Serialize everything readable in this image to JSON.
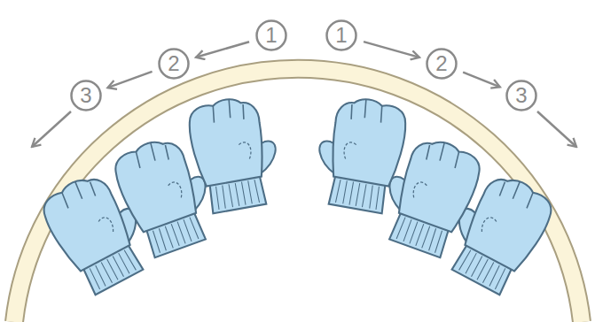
{
  "diagram": {
    "nodes": [
      {
        "text": [
          "1"
        ]
      },
      {
        "text": [
          "1"
        ]
      },
      {
        "text": [
          "2"
        ]
      },
      {
        "text": [
          "2"
        ]
      },
      {
        "text": [
          "3"
        ]
      },
      {
        "text": [
          "3"
        ]
      }
    ],
    "edges": [
      {
        "from": 0,
        "to": 2,
        "arrow": "to"
      },
      {
        "from": 2,
        "to": 4,
        "arrow": "to"
      },
      {
        "from": 1,
        "to": 3,
        "arrow": "to"
      },
      {
        "from": 3,
        "to": 5,
        "arrow": "to"
      }
    ]
  }
}
